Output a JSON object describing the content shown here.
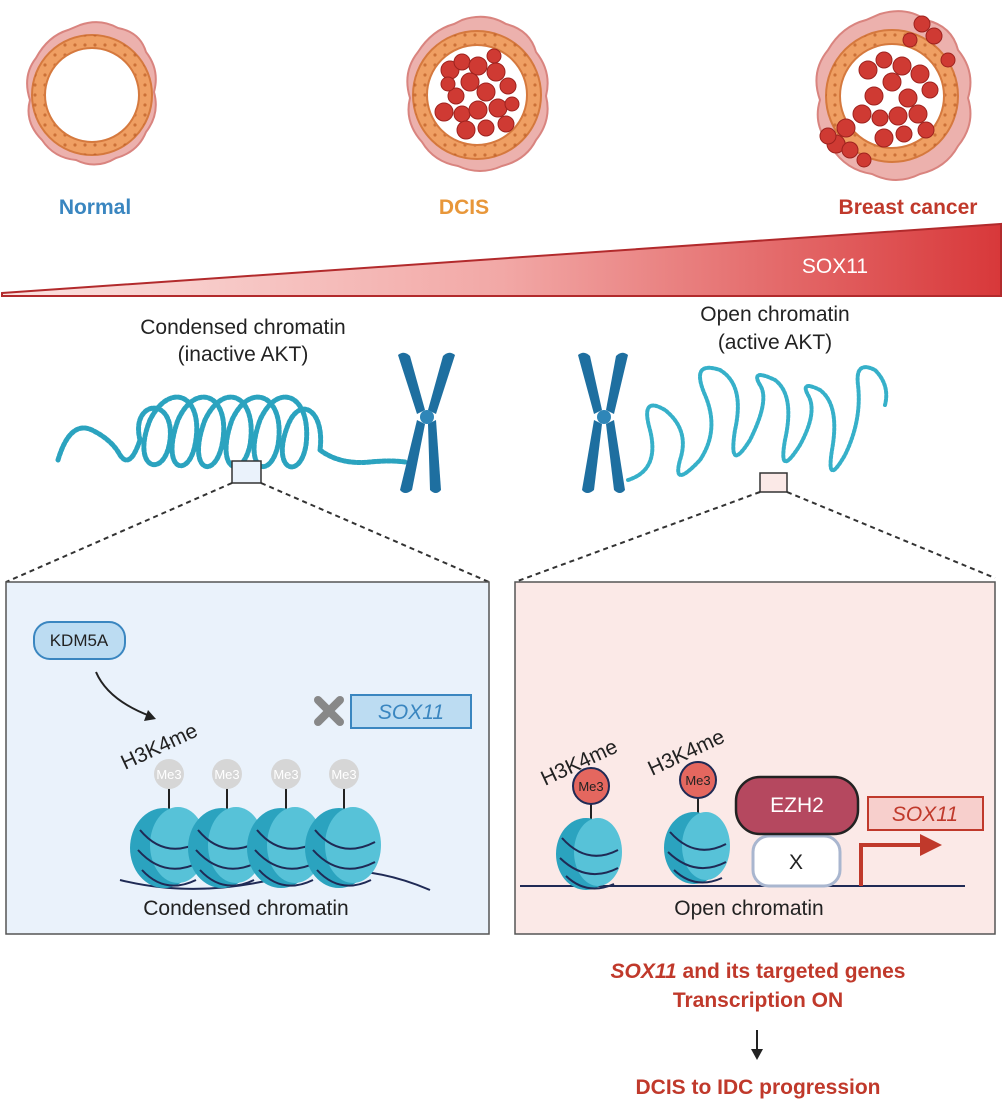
{
  "stages": {
    "normal": "Normal",
    "dcis": "DCIS",
    "cancer": "Breast cancer"
  },
  "gradient": {
    "label": "SOX11"
  },
  "chromatin": {
    "condensed_title_1": "Condensed chromatin",
    "condensed_title_2": "(inactive AKT)",
    "open_title_1": "Open chromatin",
    "open_title_2": "(active AKT)"
  },
  "left_panel": {
    "enzyme": "KDM5A",
    "mark": "H3K4me",
    "me3": [
      "Me3",
      "Me3",
      "Me3",
      "Me3"
    ],
    "gene": "SOX11",
    "caption": "Condensed chromatin"
  },
  "right_panel": {
    "mark_1": "H3K4me",
    "mark_2": "H3K4me",
    "me3_1": "Me3",
    "me3_2": "Me3",
    "complex_top": "EZH2",
    "complex_bottom": "X",
    "gene": "SOX11",
    "caption": "Open chromatin"
  },
  "outcome": {
    "gene": "SOX11",
    "line1_rest": " and its targeted genes",
    "line2": "Transcription ON",
    "line3": "DCIS to IDC progression"
  },
  "colors": {
    "normal": "#3a86c0",
    "dcis": "#e8973a",
    "cancer": "#c0392b",
    "chromatin": "#2ba3bf",
    "chromosome": "#1e6fa0",
    "left_panel_bg": "#eaf2fb",
    "right_panel_bg": "#fbe9e7"
  }
}
